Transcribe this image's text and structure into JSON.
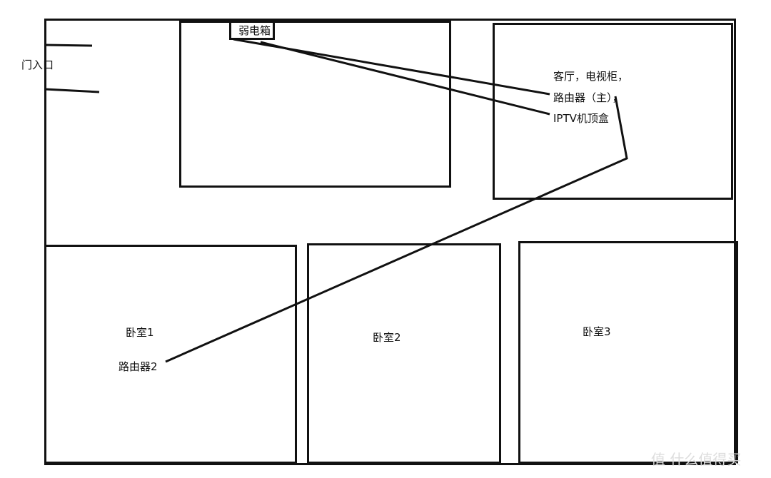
{
  "labels": {
    "entrance": "门入口",
    "weak_box": "弱电箱",
    "living_room_1": "客厅，电视柜，",
    "living_room_2": "路由器（主），",
    "living_room_3": "IPTV机顶盒",
    "bedroom1": "卧室1",
    "router2": "路由器2",
    "bedroom2": "卧室2",
    "bedroom3": "卧室3"
  },
  "watermark": "值 什么值得买"
}
